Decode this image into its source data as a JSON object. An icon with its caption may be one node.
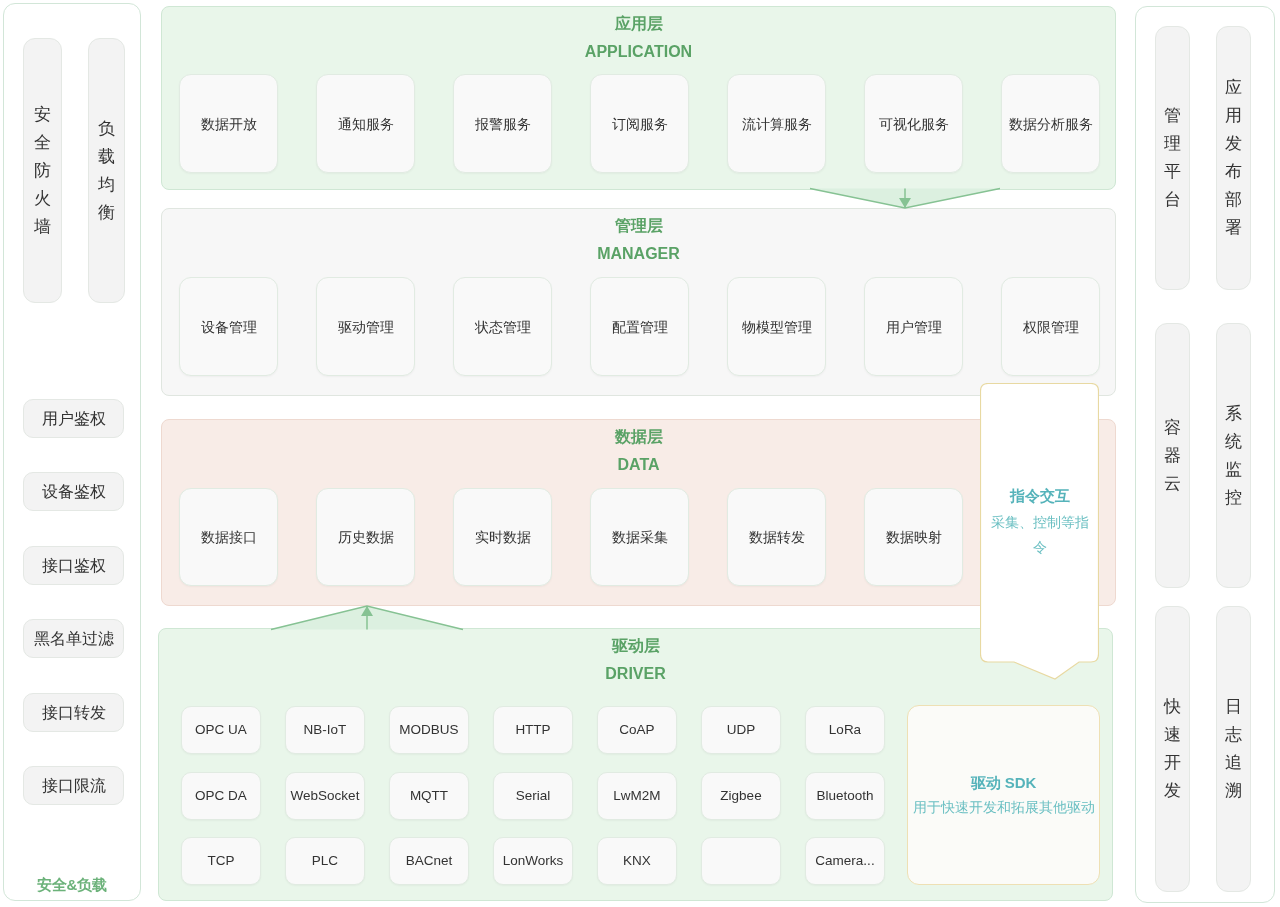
{
  "diagram": {
    "nodes": [
      {
        "text": [
          "安全&负载"
        ]
      },
      {
        "text": [
          "安全防火墙"
        ],
        "in": 0
      },
      {
        "text": [
          "负载均衡"
        ],
        "in": 0
      },
      {
        "text": [
          "用户鉴权"
        ],
        "in": 0
      },
      {
        "text": [
          "设备鉴权"
        ],
        "in": 0
      },
      {
        "text": [
          "接口鉴权"
        ],
        "in": 0
      },
      {
        "text": [
          "黑名单过滤"
        ],
        "in": 0
      },
      {
        "text": [
          "接口转发"
        ],
        "in": 0
      },
      {
        "text": [
          "接口限流"
        ],
        "in": 0
      },
      {
        "text": [
          "应用层",
          "APPLICATION"
        ]
      },
      {
        "text": [
          "数据开放"
        ],
        "in": 9
      },
      {
        "text": [
          "通知服务"
        ],
        "in": 9
      },
      {
        "text": [
          "报警服务"
        ],
        "in": 9
      },
      {
        "text": [
          "订阅服务"
        ],
        "in": 9
      },
      {
        "text": [
          "流计算服务"
        ],
        "in": 9
      },
      {
        "text": [
          "可视化服务"
        ],
        "in": 9
      },
      {
        "text": [
          "数据分析服务"
        ],
        "in": 9
      },
      {
        "text": [
          "管理层",
          "MANAGER"
        ]
      },
      {
        "text": [
          "设备管理"
        ],
        "in": 17
      },
      {
        "text": [
          "驱动管理"
        ],
        "in": 17
      },
      {
        "text": [
          "状态管理"
        ],
        "in": 17
      },
      {
        "text": [
          "配置管理"
        ],
        "in": 17
      },
      {
        "text": [
          "物模型管理"
        ],
        "in": 17
      },
      {
        "text": [
          "用户管理"
        ],
        "in": 17
      },
      {
        "text": [
          "权限管理"
        ],
        "in": 17
      },
      {
        "text": [
          "数据层",
          "DATA"
        ]
      },
      {
        "text": [
          "数据接口"
        ],
        "in": 25
      },
      {
        "text": [
          "历史数据"
        ],
        "in": 25
      },
      {
        "text": [
          "实时数据"
        ],
        "in": 25
      },
      {
        "text": [
          "数据采集"
        ],
        "in": 25
      },
      {
        "text": [
          "数据转发"
        ],
        "in": 25
      },
      {
        "text": [
          "数据映射"
        ],
        "in": 25
      },
      {
        "text": [
          "指令交互",
          "采集、控制等指令"
        ]
      },
      {
        "text": [
          "驱动层",
          "DRIVER"
        ]
      },
      {
        "text": [
          "OPC UA"
        ],
        "in": 33
      },
      {
        "text": [
          "NB-IoT"
        ],
        "in": 33
      },
      {
        "text": [
          "MODBUS"
        ],
        "in": 33
      },
      {
        "text": [
          "HTTP"
        ],
        "in": 33
      },
      {
        "text": [
          "CoAP"
        ],
        "in": 33
      },
      {
        "text": [
          "UDP"
        ],
        "in": 33
      },
      {
        "text": [
          "LoRa"
        ],
        "in": 33
      },
      {
        "text": [
          "OPC DA"
        ],
        "in": 33
      },
      {
        "text": [
          "WebSocket"
        ],
        "in": 33
      },
      {
        "text": [
          "MQTT"
        ],
        "in": 33
      },
      {
        "text": [
          "Serial"
        ],
        "in": 33
      },
      {
        "text": [
          "LwM2M"
        ],
        "in": 33
      },
      {
        "text": [
          "Zigbee"
        ],
        "in": 33
      },
      {
        "text": [
          "Bluetooth"
        ],
        "in": 33
      },
      {
        "text": [
          "TCP"
        ],
        "in": 33
      },
      {
        "text": [
          "PLC"
        ],
        "in": 33
      },
      {
        "text": [
          "BACnet"
        ],
        "in": 33
      },
      {
        "text": [
          "LonWorks"
        ],
        "in": 33
      },
      {
        "text": [
          "KNX"
        ],
        "in": 33
      },
      {
        "text": [],
        "shape": "box",
        "in": 33
      },
      {
        "text": [
          "Camera..."
        ],
        "in": 33
      },
      {
        "text": [
          "驱动 SDK",
          "用于快速开发和拓展其他驱动"
        ],
        "in": 33
      },
      {
        "text": [],
        "shape": "box"
      },
      {
        "text": [
          "管理平台"
        ],
        "in": 56
      },
      {
        "text": [
          "应用发布部署"
        ],
        "in": 56
      },
      {
        "text": [
          "容器云"
        ],
        "in": 56
      },
      {
        "text": [
          "系统监控"
        ],
        "in": 56
      },
      {
        "text": [
          "快速开发"
        ],
        "in": 56
      },
      {
        "text": [
          "日志追溯"
        ],
        "in": 56
      }
    ],
    "edges": [
      {
        "from": 9,
        "to": 17,
        "arrow": "to"
      },
      {
        "from": 33,
        "to": 25,
        "arrow": "to"
      }
    ]
  }
}
